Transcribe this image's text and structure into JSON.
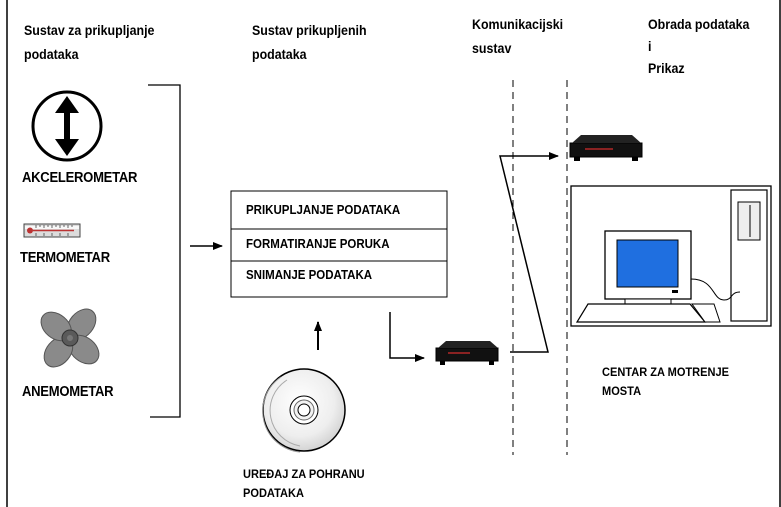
{
  "headers": {
    "acquisition_l1": "Sustav za prikupljanje",
    "acquisition_l2": "podataka",
    "collected_l1": "Sustav prikupljenih",
    "collected_l2": "podataka",
    "comm_l1": "Komunikacijski",
    "comm_l2": "sustav",
    "processing_l1": "Obrada podataka",
    "processing_l2": "i",
    "processing_l3": "Prikaz"
  },
  "sensors": {
    "accelerometer": "AKCELEROMETAR",
    "thermometer": "TERMOMETAR",
    "anemometer": "ANEMOMETAR"
  },
  "process_box": {
    "step1": "PRIKUPLJANJE PODATAKA",
    "step2": "FORMATIRANJE PORUKA",
    "step3": "SNIMANJE PODATAKA"
  },
  "storage": {
    "label_l1": "UREĐAJ ZA POHRANU",
    "label_l2": "PODATAKA"
  },
  "center": {
    "label_l1": "CENTAR ZA MOTRENJE",
    "label_l2": "MOSTA"
  }
}
